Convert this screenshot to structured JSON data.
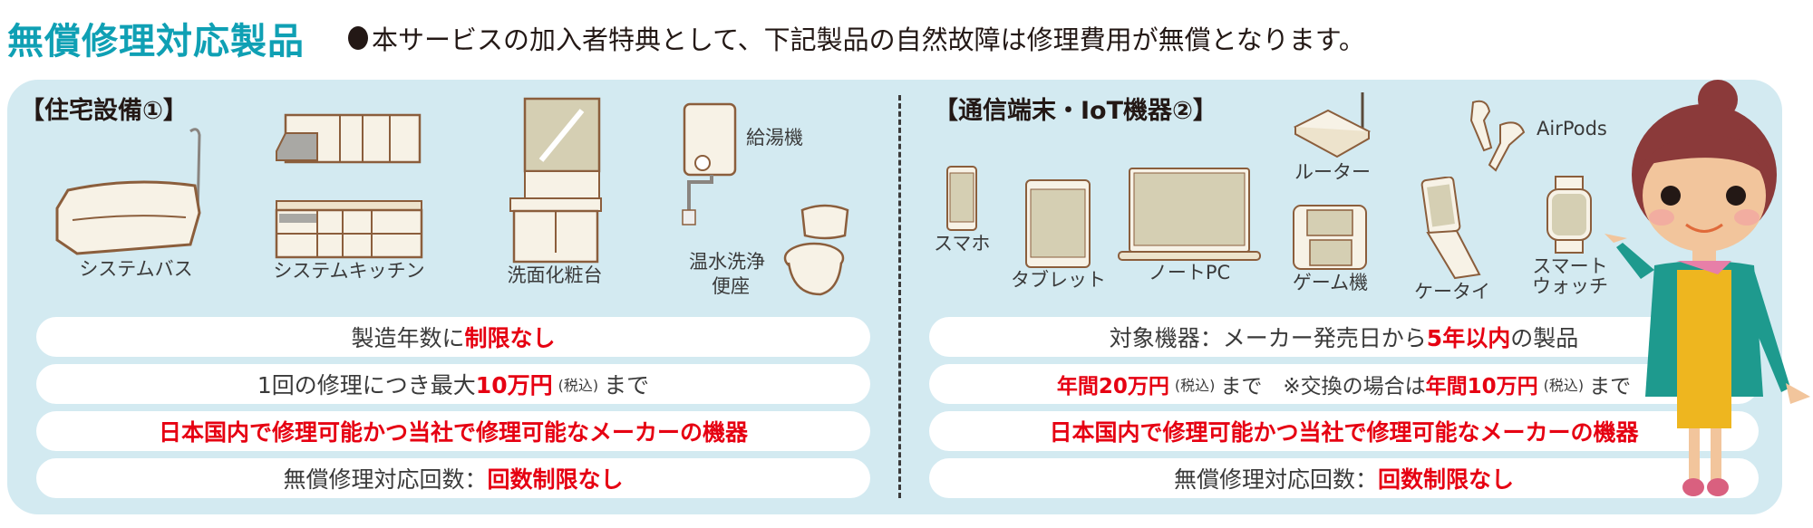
{
  "header": {
    "title": "無償修理対応製品",
    "note": "本サービスの加入者特典として、下記製品の自然故障は修理費用が無償となります。"
  },
  "colors": {
    "title": "#0fa0b4",
    "panel_bg": "#d3eaf1",
    "emphasis_red": "#e60012",
    "text": "#3a3a3a"
  },
  "housing": {
    "title": "【住宅設備①】",
    "items": [
      {
        "label": "システムバス",
        "icon": "bathtub-icon"
      },
      {
        "label": "システムキッチン",
        "icon": "kitchen-icon"
      },
      {
        "label": "洗面化粧台",
        "icon": "vanity-icon"
      },
      {
        "label": "給湯機",
        "icon": "water-heater-icon"
      },
      {
        "label": "温水洗浄",
        "label2": "便座",
        "icon": "toilet-icon"
      }
    ],
    "conditions": [
      {
        "pre": "製造年数に",
        "em": "制限なし"
      },
      {
        "pre": "1回の修理につき最大",
        "em": "10万円",
        "small": "(税込)",
        "post": "まで"
      },
      {
        "em": "日本国内で修理可能かつ当社で修理可能なメーカーの機器"
      },
      {
        "pre": "無償修理対応回数：",
        "em": "回数制限なし"
      }
    ]
  },
  "devices": {
    "title": "【通信端末・IoT機器②】",
    "items": [
      {
        "label": "スマホ",
        "icon": "smartphone-icon"
      },
      {
        "label": "タブレット",
        "icon": "tablet-icon"
      },
      {
        "label": "ノートPC",
        "icon": "laptop-icon"
      },
      {
        "label": "ルーター",
        "icon": "router-icon"
      },
      {
        "label": "ゲーム機",
        "icon": "game-console-icon"
      },
      {
        "label": "AirPods",
        "icon": "earbuds-icon"
      },
      {
        "label": "ケータイ",
        "icon": "flip-phone-icon"
      },
      {
        "label": "スマート",
        "label2": "ウォッチ",
        "icon": "smartwatch-icon"
      }
    ],
    "conditions": [
      {
        "pre": "対象機器：メーカー発売日から",
        "em": "5年以内",
        "post": "の製品"
      },
      {
        "em": "年間20万円",
        "small": "(税込)",
        "post": "まで　※交換の場合は",
        "em2": "年間10万円",
        "small2": "(税込)",
        "post2": "まで"
      },
      {
        "em": "日本国内で修理可能かつ当社で修理可能なメーカーの機器"
      },
      {
        "pre": "無償修理対応回数：",
        "em": "回数制限なし"
      }
    ]
  },
  "character": {
    "icon": "guide-woman-illustration"
  }
}
